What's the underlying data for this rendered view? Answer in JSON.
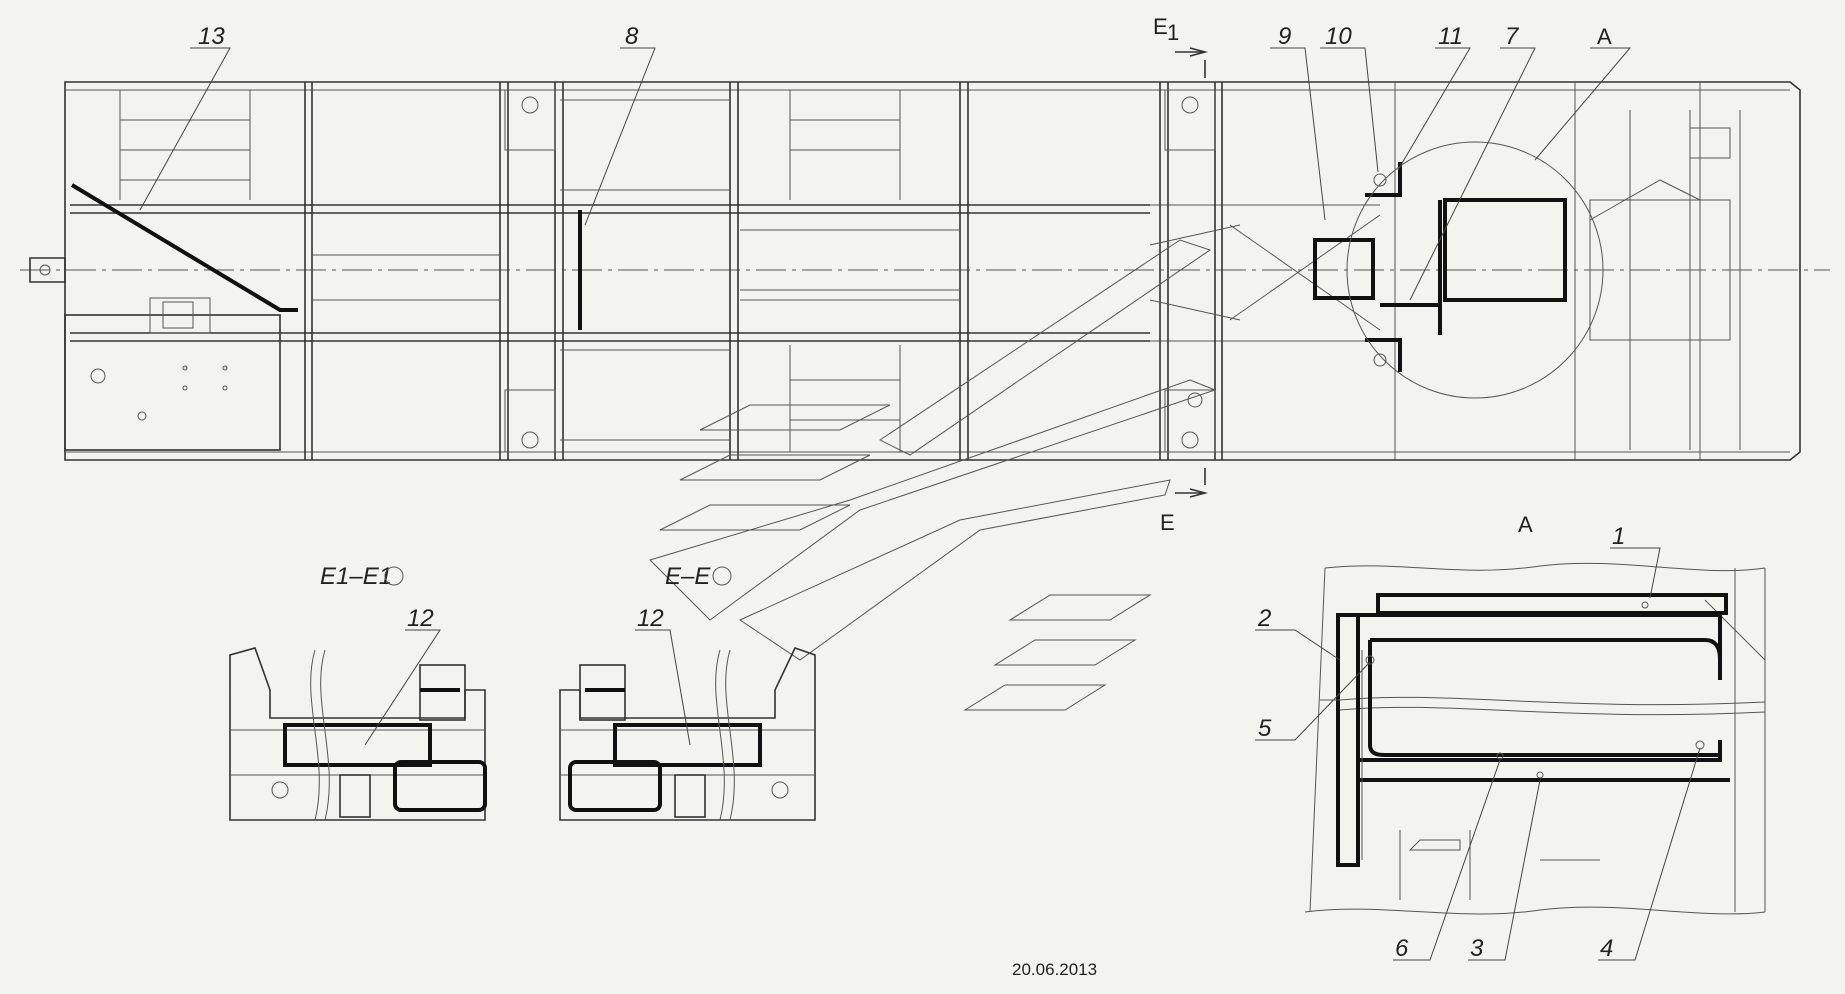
{
  "labels": {
    "l13": "13",
    "l8": "8",
    "l9": "9",
    "l10": "10",
    "l11": "11",
    "l7": "7",
    "lA": "A",
    "l12a": "12",
    "l12b": "12",
    "l1": "1",
    "l2": "2",
    "l5": "5",
    "l6": "6",
    "l3": "3",
    "l4": "4"
  },
  "sections": {
    "e1_top": "E",
    "e1_top_sub": "1",
    "e_bottom": "E",
    "e1e1_title": "E1–E1",
    "ee_title": "E–E",
    "detail_title": "A"
  },
  "footer": {
    "date": "20.06.2013"
  }
}
